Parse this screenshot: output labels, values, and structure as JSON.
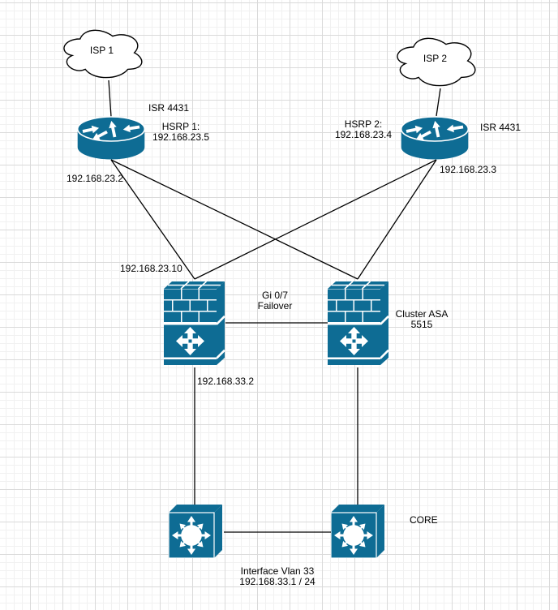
{
  "canvas": {
    "kind": "network-topology-diagram",
    "background": "#ffffff",
    "grid_minor_color": "#f1f1f1",
    "grid_major_color": "#dadada"
  },
  "colors": {
    "shape_fill": "#0e6c94",
    "shape_detail": "#ffffff",
    "cloud_fill": "#ffffff",
    "cloud_stroke": "#000000",
    "connector": "#000000",
    "label_text": "#000000"
  },
  "labels": {
    "isp1": "ISP 1",
    "isp2": "ISP 2",
    "isr_left": "ISR 4431",
    "isr_right": "ISR 4431",
    "hsrp1_title": "HSRP 1:",
    "hsrp1_ip": "192.168.23.5",
    "hsrp2_title": "HSRP 2:",
    "hsrp2_ip": "192.168.23.4",
    "router_left_ip": "192.168.23.2",
    "router_right_ip": "192.168.23.3",
    "firewall_outside_ip": "192.168.23.10",
    "failover_port": "Gi 0/7",
    "failover_name": "Failover",
    "asa_cluster": "Cluster ASA",
    "asa_model": "5515",
    "firewall_inside_ip": "192.168.33.2",
    "core": "CORE",
    "vlan_interface": "Interface Vlan 33",
    "vlan_ip": "192.168.33.1 / 24"
  },
  "nodes": [
    {
      "id": "isp1-cloud",
      "type": "cloud",
      "label": "ISP 1"
    },
    {
      "id": "isp2-cloud",
      "type": "cloud",
      "label": "ISP 2"
    },
    {
      "id": "router-left",
      "type": "router",
      "model": "ISR 4431"
    },
    {
      "id": "router-right",
      "type": "router",
      "model": "ISR 4431"
    },
    {
      "id": "firewall-left",
      "type": "asa-firewall",
      "model": "ASA 5515"
    },
    {
      "id": "firewall-right",
      "type": "asa-firewall",
      "model": "ASA 5515"
    },
    {
      "id": "switch-left",
      "type": "layer3-switch",
      "role": "CORE"
    },
    {
      "id": "switch-right",
      "type": "layer3-switch",
      "role": "CORE"
    }
  ],
  "edges": [
    {
      "from": "isp1-cloud",
      "to": "router-left"
    },
    {
      "from": "isp2-cloud",
      "to": "router-right"
    },
    {
      "from": "router-left",
      "to": "firewall-left"
    },
    {
      "from": "router-left",
      "to": "firewall-right"
    },
    {
      "from": "router-right",
      "to": "firewall-left"
    },
    {
      "from": "router-right",
      "to": "firewall-right"
    },
    {
      "from": "firewall-left",
      "to": "firewall-right",
      "label": "Gi 0/7 Failover"
    },
    {
      "from": "firewall-left",
      "to": "switch-left"
    },
    {
      "from": "firewall-right",
      "to": "switch-right"
    },
    {
      "from": "switch-left",
      "to": "switch-right"
    }
  ]
}
